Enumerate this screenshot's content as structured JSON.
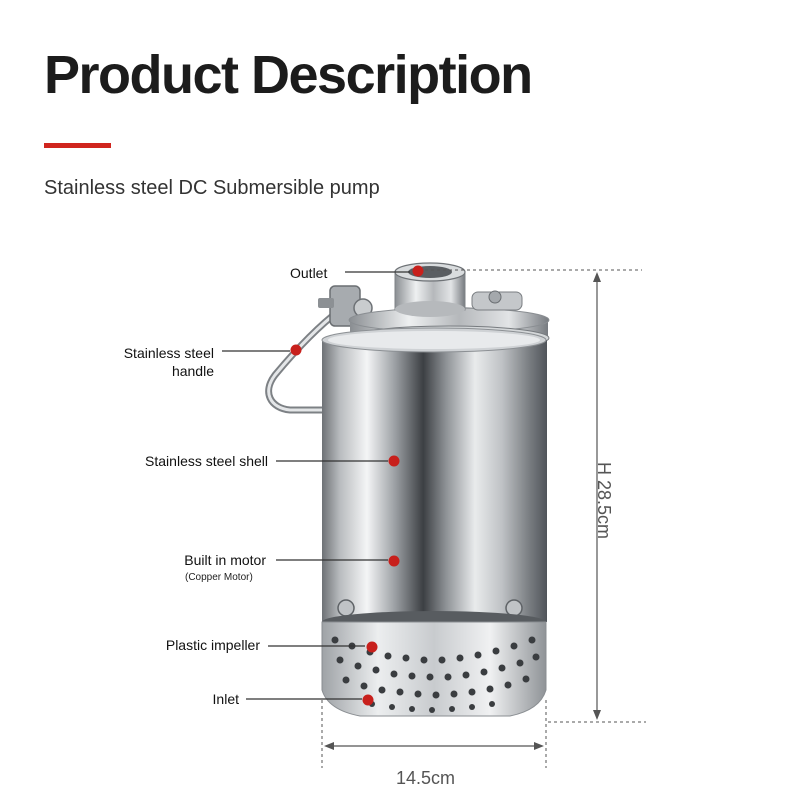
{
  "header": {
    "title": "Product Description",
    "subtitle": "Stainless steel DC Submersible pump"
  },
  "callouts": {
    "outlet": "Outlet",
    "handle_line1": "Stainless steel",
    "handle_line2": "handle",
    "shell": "Stainless steel shell",
    "motor": "Built in motor",
    "motor_note": "(Copper Motor)",
    "impeller": "Plastic impeller",
    "inlet": "Inlet"
  },
  "dimensions": {
    "height": "H 28.5cm",
    "width": "14.5cm"
  },
  "colors": {
    "accent": "#d0251e",
    "marker": "#c8201c",
    "line": "#333333",
    "dim_line": "#555555"
  }
}
